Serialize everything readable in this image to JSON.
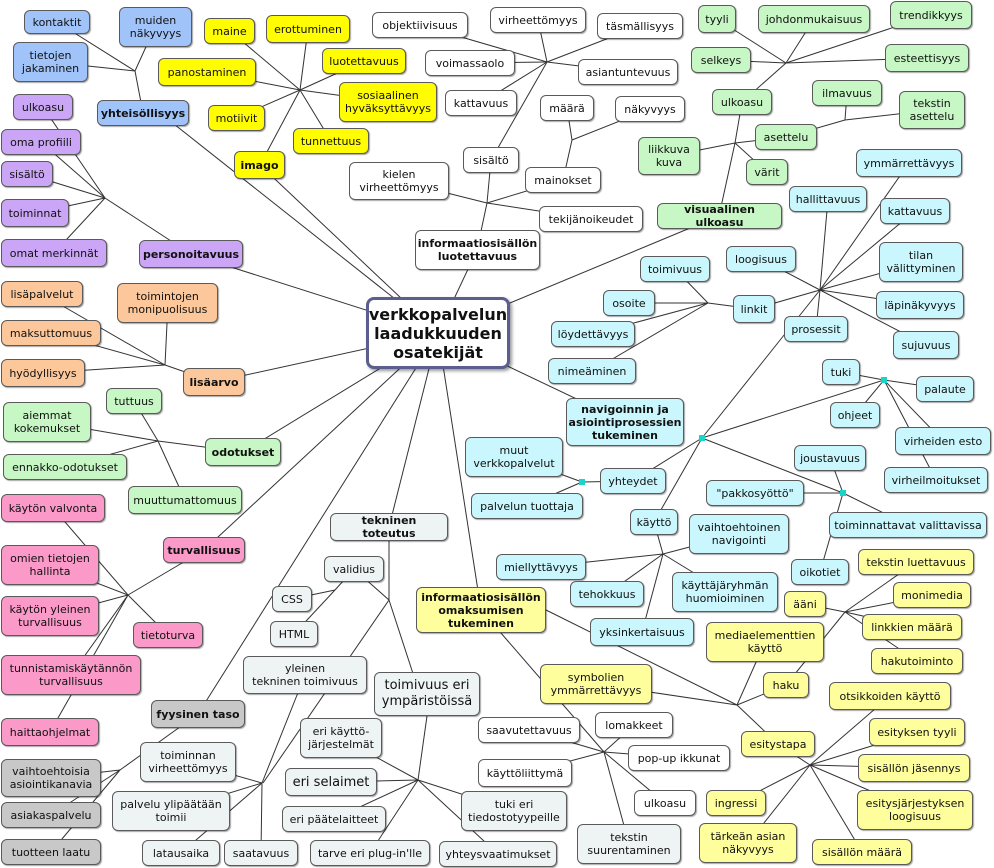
{
  "center": "verkkopalvelun\nlaadukkuuden\nosatekijät",
  "colors": {
    "imago": "#fffd00",
    "yhteisollisyys": "#a0c4fa",
    "personointi": "#cba6f6",
    "lisaarvo": "#fcc89b",
    "odotukset": "#c6f7c4",
    "turvallisuus": "#fb99c9",
    "fyysinen": "#c8c8c8",
    "visuaalinen": "#c6f7c4",
    "navigointi": "#c9f7fd",
    "omaksuminen": "#fefe9c"
  },
  "branches": {
    "yhteisollisyys": "yhteisöllisyys",
    "imago": "imago",
    "personoitavuus": "personoitavuus",
    "lisaarvo": "lisäarvo",
    "odotukset": "odotukset",
    "turvallisuus": "turvallisuus",
    "fyysinen_taso": "fyysinen taso",
    "tekninen_toteutus": "tekninen toteutus",
    "informaatio_luotettavuus": "informaatiosisällön\nluotettavuus",
    "visuaalinen_ulkoasu": "visuaalinen ulkoasu",
    "navigointi": "navigoinnin ja\nasiointiprosessien\ntukeminen",
    "omaksuminen": "informaatiosisällön\nomaksumisen\ntukeminen"
  },
  "yhteisollisyys": [
    "kontaktit",
    "muiden\nnäkyvyys",
    "tietojen\njakaminen"
  ],
  "imago": [
    "maine",
    "erottuminen",
    "panostaminen",
    "luotettavuus",
    "sosiaalinen\nhyväksyttävyys",
    "motiivit",
    "tunnettuus"
  ],
  "personoitavuus": [
    "ulkoasu",
    "oma profiili",
    "sisältö",
    "toiminnat",
    "omat merkinnät"
  ],
  "lisaarvo": [
    "lisäpalvelut",
    "toimintojen\nmonipuolisuus",
    "maksuttomuus",
    "hyödyllisyys"
  ],
  "odotukset": [
    "tuttuus",
    "aiemmat\nkokemukset",
    "ennakko-odotukset",
    "muuttumattomuus"
  ],
  "turvallisuus": [
    "käytön valvonta",
    "omien tietojen\nhallinta",
    "käytön yleinen\nturvallisuus",
    "tietoturva",
    "tunnistamiskäytännön\nturvallisuus",
    "haittaohjelmat"
  ],
  "fyysinen_taso": [
    "vaihtoehtoisia\nasiointikanavia",
    "asiakaspalvelu",
    "tuotteen laatu"
  ],
  "informaatio_luotettavuus": {
    "items": [
      "objektiivisuus",
      "virheettömyys",
      "täsmällisyys",
      "voimassaolo",
      "asiantuntevuus",
      "kattavuus",
      "sisältö",
      "kielen\nvirheettömyys",
      "mainokset",
      "tekijänoikeudet"
    ],
    "mainokset_sub": [
      "määrä",
      "näkyvyys"
    ]
  },
  "visuaalinen_ulkoasu": {
    "ulkoasu": [
      "tyyli",
      "johdonmukaisuus",
      "trendikkyys",
      "selkeys",
      "esteettisyys"
    ],
    "asettelu": [
      "ilmavuus",
      "tekstin\nasettelu"
    ],
    "items": [
      "ulkoasu",
      "asettelu",
      "liikkuva\nkuva",
      "värit"
    ]
  },
  "navigointi": {
    "prosessit": [
      "hallittavuus",
      "ymmärrettävyys",
      "kattavuus",
      "tilan\nvälittyminen",
      "läpinäkyvyys",
      "sujuvuus",
      "prosessit"
    ],
    "linkit": [
      "loogisuus",
      "toimivuus",
      "osoite",
      "linkit",
      "löydettävyys",
      "nimeäminen"
    ],
    "tuki": [
      "tuki",
      "ohjeet",
      "palaute",
      "virheiden esto",
      "virheilmoitukset"
    ],
    "joustavuus": [
      "joustavuus",
      "\"pakkosyöttö\"",
      "toiminnattavat valittavissa",
      "oikotiet"
    ],
    "yhteydet": [
      "muut\nverkkopalvelut",
      "yhteydet",
      "palvelun tuottaja"
    ],
    "kaytto": [
      "käyttö",
      "vaihtoehtoinen\nnavigointi",
      "miellyttävyys",
      "tehokkuus",
      "käyttäjäryhmän\nhuomioiminen",
      "yksinkertaisuus"
    ]
  },
  "tekninen_toteutus": {
    "validius": [
      "validius",
      "CSS",
      "HTML"
    ],
    "toimivuus_label": "toimivuus eri\nympäristöissä",
    "items": [
      "yleinen\ntekninen toimivuus",
      "eri käyttö-\njärjestelmät",
      "eri selaimet",
      "eri päätelaitteet",
      "tarve eri plug-in'lle",
      "tuki eri\ntiedostotyypeille",
      "yhteysvaatimukset",
      "toiminnan\nvirheettömyys",
      "palvelu ylipäätään\ntoimii",
      "latausaika",
      "saatavuus"
    ]
  },
  "omaksuminen": {
    "saavutettavuus": [
      "saavutettavuus",
      "lomakkeet",
      "pop-up ikkunat",
      "käyttöliittymä",
      "ulkoasu",
      "tekstin\nsuurentaminen"
    ],
    "media": [
      "tekstin luettavuus",
      "monimedia",
      "ääni",
      "mediaelementtien\nkäyttö",
      "linkkien määrä",
      "hakutoiminto",
      "symbolien\nymmärrettävyys",
      "haku"
    ],
    "esitystapa": [
      "otsikkoiden käyttö",
      "esityksen tyyli",
      "esitystapa",
      "sisällön jäsennys",
      "esitysjärjestyksen\nloogisuus",
      "ingressi",
      "tärkeän asian\nnäkyvyys",
      "sisällön määrä"
    ]
  }
}
